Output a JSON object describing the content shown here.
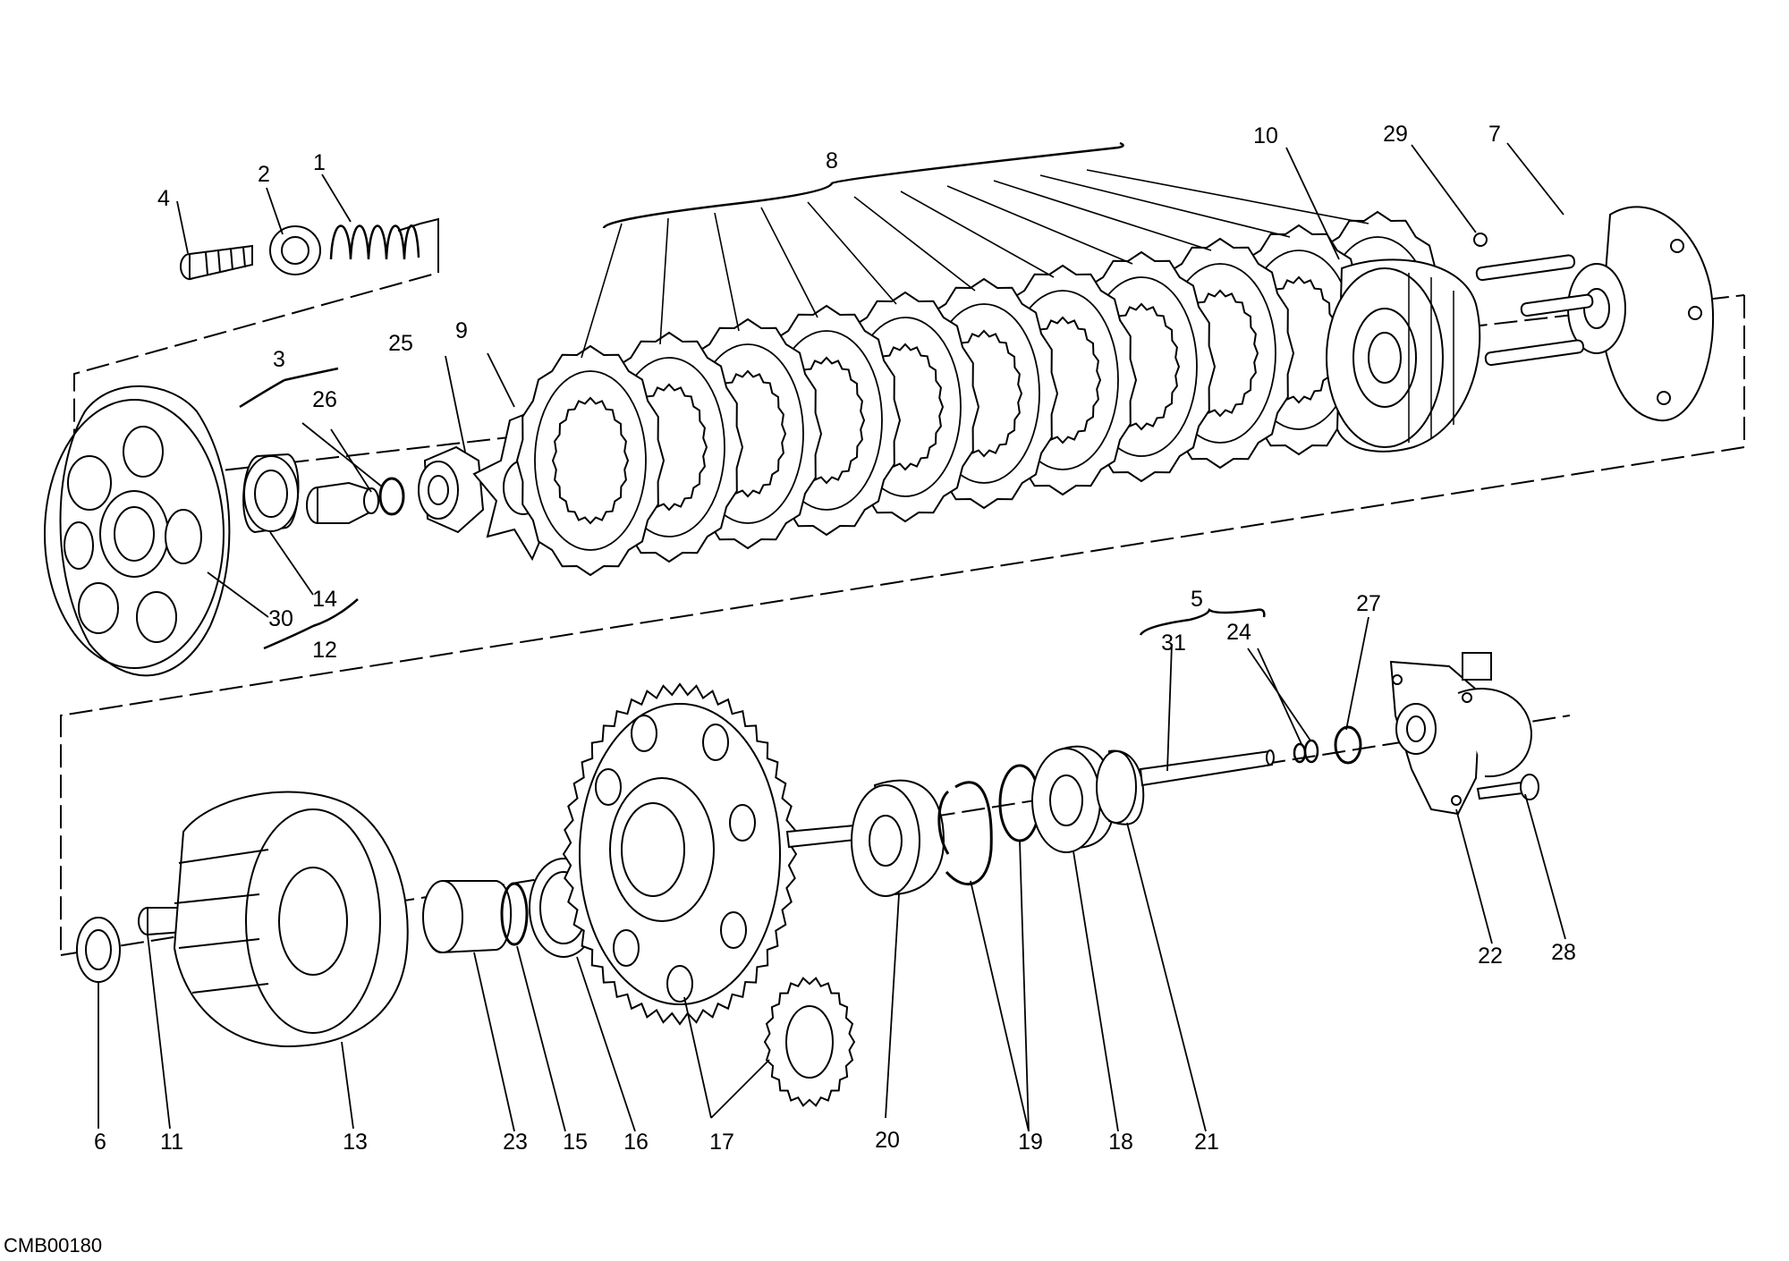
{
  "diagram_code": "CMB00180",
  "callouts": {
    "n1": "1",
    "n2": "2",
    "n3": "3",
    "n4": "4",
    "n5": "5",
    "n6": "6",
    "n7": "7",
    "n8": "8",
    "n9": "9",
    "n10": "10",
    "n11": "11",
    "n12": "12",
    "n13": "13",
    "n14": "14",
    "n15": "15",
    "n16": "16",
    "n17": "17",
    "n18": "18",
    "n19": "19",
    "n20": "20",
    "n21": "21",
    "n22": "22",
    "n23": "23",
    "n24": "24",
    "n25": "25",
    "n26": "26",
    "n27": "27",
    "n28": "28",
    "n29": "29",
    "n30": "30",
    "n31": "31"
  }
}
